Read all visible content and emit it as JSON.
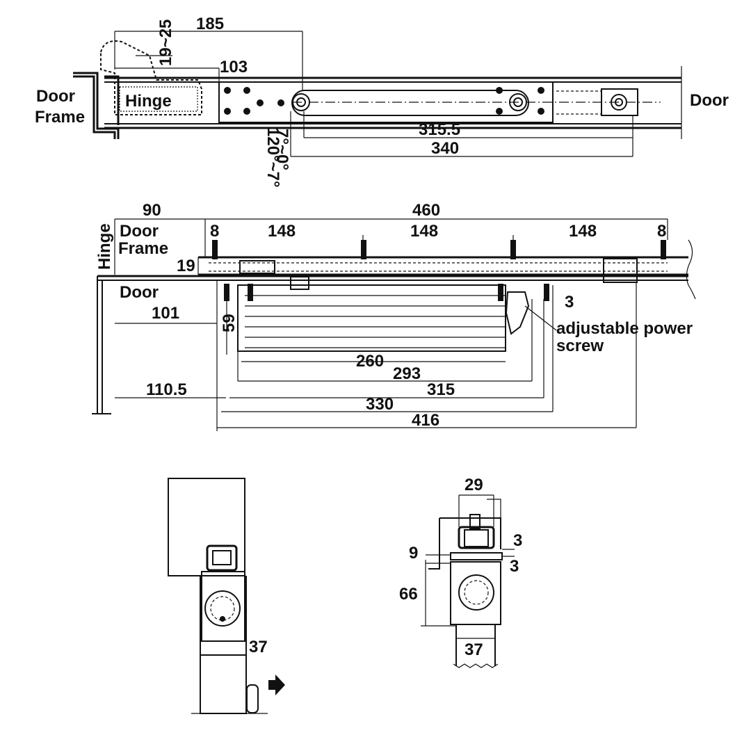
{
  "top_view": {
    "labels": {
      "door_frame_1": "Door",
      "door_frame_2": "Frame",
      "hinge": "Hinge",
      "door": "Door"
    },
    "dims": {
      "d185": "185",
      "d19_25": "19~25",
      "d103": "103",
      "d315_5": "315.5",
      "d340": "340",
      "angle_a": "120°~7°",
      "angle_b": "7°~0°"
    }
  },
  "side_view": {
    "labels": {
      "hinge": "Hinge",
      "door_frame_1": "Door",
      "door_frame_2": "Frame",
      "door": "Door",
      "adj_1": "adjustable power",
      "adj_2": "screw"
    },
    "dims": {
      "d90": "90",
      "d460": "460",
      "d8a": "8",
      "d148a": "148",
      "d148b": "148",
      "d148c": "148",
      "d8b": "8",
      "d19": "19",
      "d101": "101",
      "d59": "59",
      "d3": "3",
      "d260": "260",
      "d293": "293",
      "d315": "315",
      "d110_5": "110.5",
      "d330": "330",
      "d416": "416"
    }
  },
  "section_left": {
    "dims": {
      "d37": "37"
    },
    "icons": [
      "arrow-right-icon"
    ]
  },
  "section_right": {
    "dims": {
      "d29": "29",
      "d9": "9",
      "d3a": "3",
      "d3b": "3",
      "d66": "66",
      "d37": "37"
    }
  }
}
